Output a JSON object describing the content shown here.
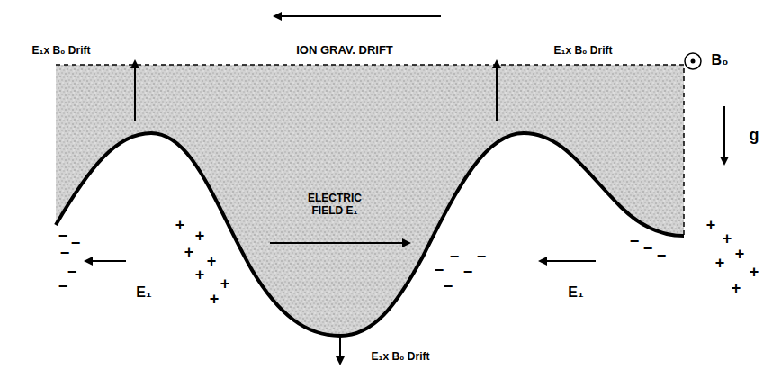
{
  "diagram": {
    "labels": [
      "E₁x B₀ Drift",
      "ION GRAV. DRIFT",
      "E₁x B₀ Drift",
      "B₀",
      "g",
      "ELECTRIC FIELD E₁",
      "E₁",
      "E₁",
      "E₁x B₀ Drift",
      "−",
      "−",
      "−",
      "−",
      "−",
      "+",
      "+",
      "+",
      "+",
      "+",
      "+",
      "+",
      "−",
      "−",
      "−",
      "−",
      "−",
      "−",
      "−",
      "−",
      "+",
      "+",
      "+",
      "+",
      "+",
      "+"
    ]
  }
}
